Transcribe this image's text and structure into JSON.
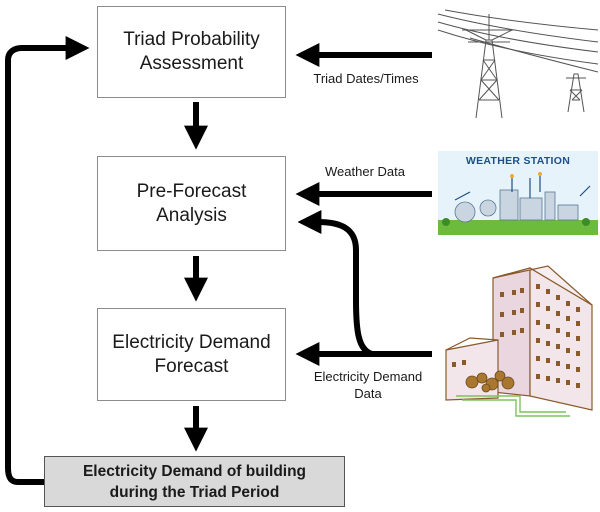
{
  "boxes": {
    "triad_assessment": "Triad Probability\nAssessment",
    "pre_forecast": "Pre-Forecast\nAnalysis",
    "demand_forecast": "Electricity Demand\nForecast",
    "output": "Electricity Demand of building\nduring the Triad Period"
  },
  "inputs": {
    "triad_dates": "Triad Dates/Times",
    "weather_data": "Weather Data",
    "demand_data": "Electricity Demand\nData"
  },
  "images": {
    "pylons_icon": "power-pylons-icon",
    "weather_station_icon": "weather-station-icon",
    "weather_station_title": "WEATHER STATION",
    "building_icon": "building-icon"
  },
  "colors": {
    "arrow": "#000000",
    "box_border": "#8c8c8c",
    "output_fill": "#d9d9d9",
    "building_fill": "#f2e6ea",
    "building_stroke": "#8a5a2a",
    "weather_green": "#6dbb3c",
    "weather_blue": "#1e4f86"
  }
}
